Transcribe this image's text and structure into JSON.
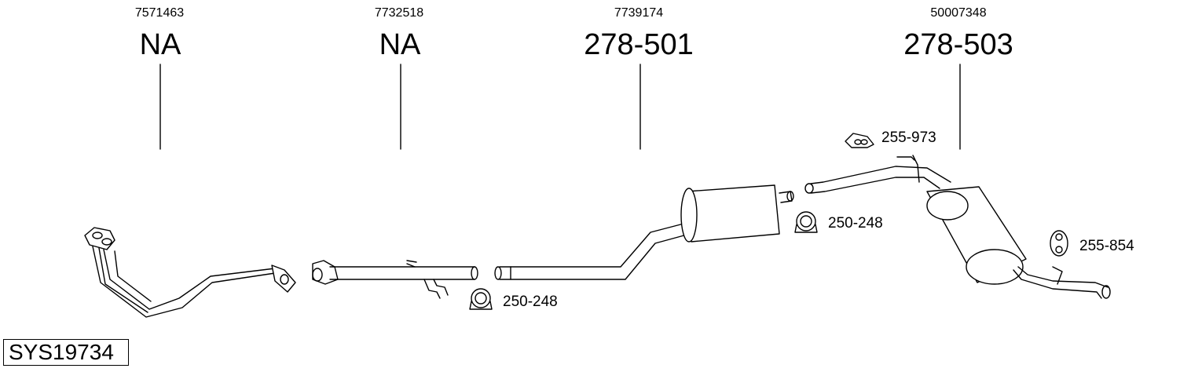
{
  "columns": [
    {
      "oem": "7571463",
      "part": "NA"
    },
    {
      "oem": "7732518",
      "part": "NA"
    },
    {
      "oem": "7739174",
      "part": "278-501"
    },
    {
      "oem": "50007348",
      "part": "278-503"
    }
  ],
  "accessories": [
    {
      "code": "255-973"
    },
    {
      "code": "250-248"
    },
    {
      "code": "250-248"
    },
    {
      "code": "255-854"
    }
  ],
  "system_code": "SYS19734"
}
